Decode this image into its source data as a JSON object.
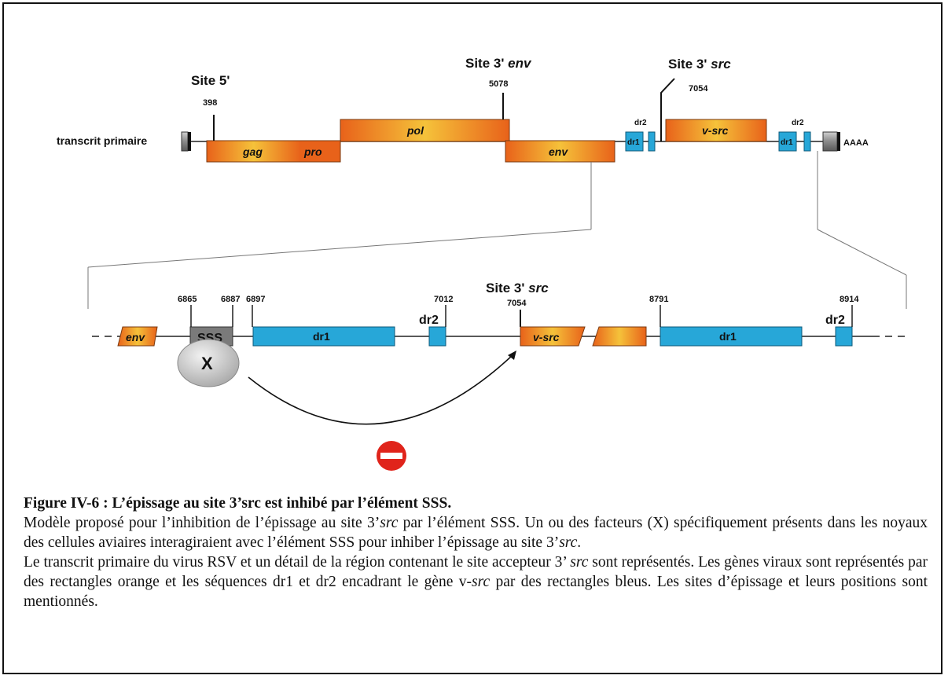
{
  "diagram": {
    "primary_transcript_label": "transcrit primaire",
    "site5_label": "Site 5'",
    "site3env_label_prefix": "Site 3' ",
    "site3env_label_italic": "env",
    "site3src_label_prefix": "Site 3' ",
    "site3src_label_italic": "src",
    "pos_398": "398",
    "pos_5078": "5078",
    "pos_7054": "7054",
    "genes": {
      "gag": "gag",
      "pro": "pro",
      "pol": "pol",
      "env": "env",
      "vsrc": "v-src"
    },
    "dr1": "dr1",
    "dr2": "dr2",
    "polyA": "AAAA",
    "detail": {
      "pos_6865": "6865",
      "pos_6887": "6887",
      "pos_6897": "6897",
      "pos_7012": "7012",
      "pos_7054": "7054",
      "pos_8791": "8791",
      "pos_8914": "8914",
      "sss": "SSS",
      "factor": "X",
      "env": "env",
      "vsrc": "v-src",
      "dr1": "dr1",
      "dr2": "dr2",
      "site3src_prefix": "Site 3' ",
      "site3src_italic": "src"
    },
    "colors": {
      "orange": "#e8621a",
      "orange_light": "#f5c23a",
      "blue": "#27a7d8",
      "sss_gray": "#7a7a7a",
      "inhibit_red": "#e0241b"
    }
  },
  "caption": {
    "title": "Figure IV-6 : L’épissage au site 3’src est inhibé par l’élément SSS.",
    "p1_a": "Modèle proposé pour l’inhibition de l’épissage au site 3’",
    "p1_src": "src",
    "p1_b": " par l’élément SSS. Un ou des facteurs (X) spécifiquement présents dans les noyaux des cellules aviaires interagiraient avec l’élément SSS pour inhiber l’épissage au site 3’",
    "p1_src2": "src",
    "p1_c": ".",
    "p2_a": "Le transcrit primaire du virus RSV et un détail de la région contenant le site accepteur 3’ ",
    "p2_src": "src",
    "p2_b": " sont représentés. Les gènes viraux sont représentés par des rectangles orange et les séquences dr1 et dr2 encadrant le gène v-",
    "p2_src2": "src",
    "p2_c": " par des rectangles bleus. Les sites d’épissage et leurs positions sont mentionnés."
  }
}
